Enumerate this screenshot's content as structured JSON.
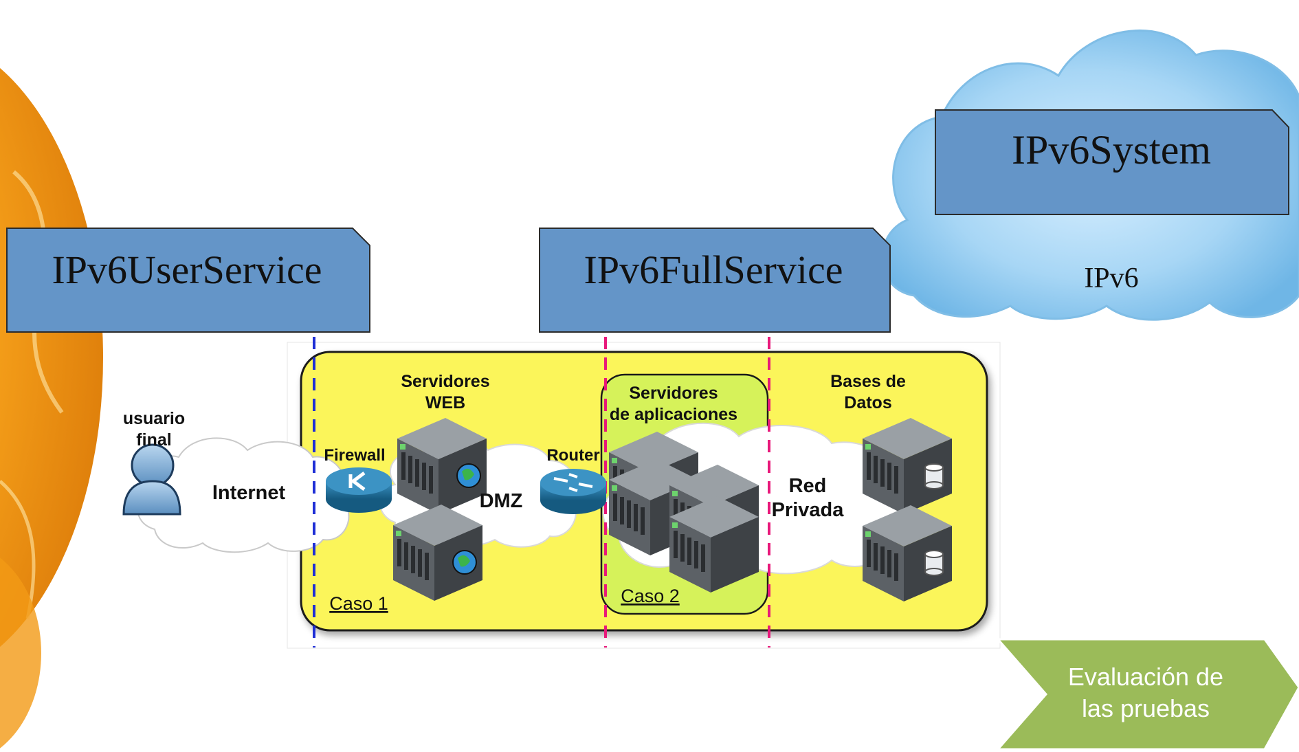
{
  "colors": {
    "slide_bg": "#ffffff",
    "globe_orange": "#f7a21b",
    "service_box": "#6495c8",
    "service_box_border": "#2b2b2b",
    "cloud_blue": "#8ec8ef",
    "diagram_yellow": "#fbf55a",
    "caso2_green": "#d6f25a",
    "net_cloud": "#ffffff",
    "marker_blue": "#1f2fd6",
    "marker_pink": "#e8197a",
    "arrow_green": "#9bbb59",
    "server_grey": "#5b5f63",
    "device_blue": "#1e6f9a"
  },
  "service_boxes": {
    "user_service": "IPv6UserService",
    "full_service": "IPv6FullService",
    "system": "IPv6System"
  },
  "cloud_label": "IPv6",
  "arrow_label": {
    "line1": "Evaluación de",
    "line2": "las pruebas"
  },
  "diagram": {
    "end_user": {
      "line1": "usuario",
      "line2": "final"
    },
    "internet": "Internet",
    "firewall": "Firewall",
    "web_servers": {
      "line1": "Servidores",
      "line2": "WEB"
    },
    "dmz": "DMZ",
    "router": "Router",
    "app_servers": {
      "line1": "Servidores",
      "line2": "de aplicaciones"
    },
    "private_net": {
      "line1": "Red",
      "line2": "Privada"
    },
    "databases": {
      "line1": "Bases de",
      "line2": "Datos"
    },
    "case1": "Caso 1",
    "case2": "Caso 2"
  },
  "icons": [
    "globe-icon",
    "user-icon",
    "firewall-icon",
    "router-icon",
    "web-server-icon",
    "app-server-icon",
    "database-server-icon",
    "database-cylinder-icon"
  ]
}
